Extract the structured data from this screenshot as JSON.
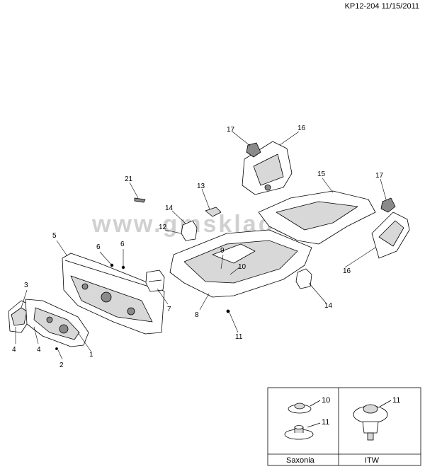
{
  "header": {
    "ref": "KP12-204 11/15/2011"
  },
  "watermark": {
    "text": "www.gmsklad.ru"
  },
  "colors": {
    "line": "#000000",
    "fill": "#ffffff",
    "shade": "#d8d8d8",
    "dark": "#8a8a8a"
  },
  "callouts": {
    "c1": "1",
    "c2": "2",
    "c3": "3",
    "c4a": "4",
    "c4b": "4",
    "c5": "5",
    "c6a": "6",
    "c6b": "6",
    "c7": "7",
    "c8": "8",
    "c9": "9",
    "c10": "10",
    "c11": "11",
    "c12": "12",
    "c13": "13",
    "c14a": "14",
    "c14b": "14",
    "c15": "15",
    "c16a": "16",
    "c16b": "16",
    "c17a": "17",
    "c17b": "17",
    "c21": "21"
  },
  "inset": {
    "left_caption": "Saxonia",
    "right_caption": "ITW",
    "left_top_num": "10",
    "left_bottom_num": "11",
    "right_num": "11"
  }
}
